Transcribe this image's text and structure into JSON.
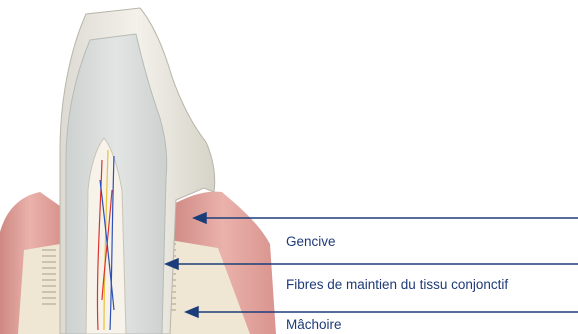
{
  "labels": {
    "gencive": "Gencive",
    "fibres": "Fibres de maintien du tissu conjonctif",
    "machoire": "Mâchoire"
  },
  "colors": {
    "label_text": "#1f3a78",
    "leader_line": "#1b3d7a",
    "enamel": "#eceae2",
    "dentin": "#d9dcda",
    "gum": "#e6a8a2",
    "gum_dark": "#cf8883",
    "bone": "#efe6d4",
    "pulp_artery": "#d8352e",
    "pulp_vein": "#2e4fb5",
    "pulp_nerve": "#e7c23a"
  }
}
